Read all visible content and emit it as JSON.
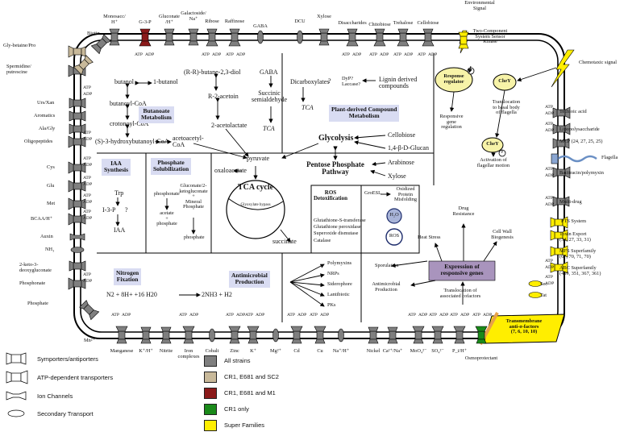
{
  "top_labels": {
    "monosac": "Monosacc/\nH⁺",
    "g3p": "G-3-P",
    "gluconate": "Gluconate\n/H⁺",
    "galactoside": "Galactoside/\nNa⁺",
    "ribose": "Ribose",
    "raffinose": "Raffinose",
    "gaba": "GABA",
    "dcu": "DCU",
    "xylose": "Xylose",
    "disaccharides": "Disaccharides",
    "chitobiose": "Chitobiose",
    "trehalose": "Trehalose",
    "cellobiose": "Cellobiose",
    "env_signal": "Environmental\nSignal",
    "two_comp": "Two-Component\nSystem Sensor\nKinase"
  },
  "left_labels": {
    "biotin": "Biotin",
    "glybetaine": "Gly-betaine/Pro",
    "spermidine": "Spermidine/\nputrescine",
    "urs": "Urs/Xan",
    "aromatics": "Aromatics",
    "ala": "Ala/Gly",
    "oligopeptides": "Oligopeptides",
    "cys": "Cys",
    "glu": "Glu",
    "met": "Met",
    "bcaa": "BCAA/H⁺",
    "auxin": "Auxin",
    "nh3": "NH₃",
    "keto": "2-keto-3-\ndeoxygluconate",
    "phosphonate": "Phosphonate",
    "phosphate": "Phosphate"
  },
  "bottom_labels": {
    "mn": "Mn²⁺",
    "manganese": "Manganese",
    "kh": "K⁺/H⁺",
    "nitrite": "Nitrite",
    "iron": "Iron\ncomplexes",
    "cobalt": "Cobalt",
    "zinc": "Zinc",
    "k": "K⁺",
    "mg": "Mg²⁺",
    "cd": "Cd",
    "cu": "Cu",
    "na": "Na⁺/H⁺",
    "nickel": "Nickel",
    "ca": "Ca²⁺/Na⁺",
    "moo": "MoO₄²⁻",
    "so": "SO₄²⁻",
    "pi": "P_i/H⁺",
    "osmo": "Osmoprotectant"
  },
  "right_labels": {
    "chemotaxis": "Chemotaxic signal",
    "techoic": "Techioic acid",
    "lps": "Lipopolysaccharide",
    "mcp": "MCP (24, 27, 25, 25)",
    "flagella": "Flagella",
    "bacitracin": "Bacitracin/polymyxin",
    "multidrug": "Multi-drug",
    "pts": "PTS System",
    "toxin": "Toxin Export\n(34, 27, 33, 31)",
    "mfs": "MFS Superfamily\n(67, 70, 71, 70)",
    "abc": "ABC Superfamily\n(409, 351, 367, 361)",
    "sec": "Sec",
    "tat": "Tat",
    "sigma": "Transmembrane\nanti-σ-factors\n(7, 6, 10, 10)"
  },
  "atp": "ATP",
  "adp": "ADP",
  "pi": "P",
  "butanoate": {
    "title": "Butanoate\nMetabolism",
    "butanol": "butanol",
    "onebutanol": "1-butanol",
    "butanoylcoa": "butanoyl-CoA",
    "crotonoylcoa": "crotonoyl-CoA",
    "hydroxy": "(S)-3-hydroxybutanoyl-CoA",
    "acetoacetyl": "acetoacetyl-\nCoA",
    "butanediol": "(R-R)-butane-2,3-diol",
    "acetoin": "R-2-acetoin",
    "acetolactate": "2-acetolactate",
    "gaba": "GABA",
    "succsemi": "Succinic\nsemialdehyde",
    "tca": "TCA"
  },
  "plant": {
    "dicarboxylates": "Dicarboxylates",
    "tca": "TCA",
    "dyp": "DyP?\nLaccase?",
    "lignin": "Lignin derived\ncompounds",
    "q": "?",
    "title": "Plant-derived Compound\nMetabolism",
    "glycolysis": "Glycolysis",
    "cellobiose": "Cellobiose",
    "glucan": "1,4-β-D-Glucan",
    "ppp": "Pentose Phosphate\nPathway",
    "arabinose": "Arabinose",
    "xylose": "Xylose"
  },
  "iaa": {
    "title": "IAA\nSynthesis",
    "trp": "Trp",
    "i3p": "I-3-P",
    "q": "?",
    "iaa": "IAA"
  },
  "phos": {
    "title": "Phosphate\nSolubilization",
    "phosphonate": "phosphonate",
    "acetate": "acetate\n+\nphosphate",
    "gluconate": "Gluconate/2-\nketogluconate\n+\nMineral\nPhosphate",
    "phosphate": "phosphate"
  },
  "tca": {
    "pyruvate": "pyruvate",
    "oxaloacetate": "oxaloacetate",
    "title": "TCA cycle",
    "bypass": "Glyoxylate bypass",
    "succinate": "succinate"
  },
  "ros": {
    "title": "ROS\nDetoxification",
    "groesl": "GroESL",
    "oxidized": "Oxidized\nProtein\nMisfolding",
    "enzymes": "Glutathione-S-transferase\nGlutathione peroxidase\nSuperoxide dismutase\nCatalase",
    "h2o": "H₂O",
    "ros": "ROS"
  },
  "nitrogen": {
    "title": "Nitrogen\nFixation",
    "reaction": "N2 + 8H+ +16 H20",
    "product": "2NH3 + H2"
  },
  "antimicrobial": {
    "title": "Antimicrobial\nProduction",
    "items": [
      "Polymyxins",
      "NRPs",
      "Siderophore",
      "Lantibiotic",
      "PKs"
    ]
  },
  "response": {
    "title": "Expression of\nresponsive genes",
    "heat": "Heat Stress",
    "drug": "Drug\nResistance",
    "cellwall": "Cell Wall\nBiogenesis",
    "sporulation": "Sporulation",
    "antimicro": "Antimicrobial\nProduction",
    "translocation": "Translocation of\nassociated cofactors",
    "regulator": "Response\nregulator",
    "gene_reg": "Responsive\ngene\nregulation",
    "chey": "CheY",
    "chey2": "CheY",
    "translocation_flag": "Translocation\nto basal body\nof flagella",
    "activation": "Activation of\nflagellar motion"
  },
  "legend": {
    "symporters": "Symporters/antiporters",
    "atpdep": "ATP-dependent transporters",
    "ion": "Ion Channels",
    "secondary": "Secondary Transport",
    "all": "All strains",
    "cr1e681sc2": "CR1, E681 and SC2",
    "cr1e681m1": "CR1, E681 and M1",
    "cr1only": "CR1 only",
    "superfam": "Super Families",
    "colors": {
      "all": "#7f7f7f",
      "cr1e681sc2": "#c8b99a",
      "cr1e681m1": "#8b1a1a",
      "cr1only": "#1a8a1a",
      "superfam": "#ffee00"
    }
  }
}
